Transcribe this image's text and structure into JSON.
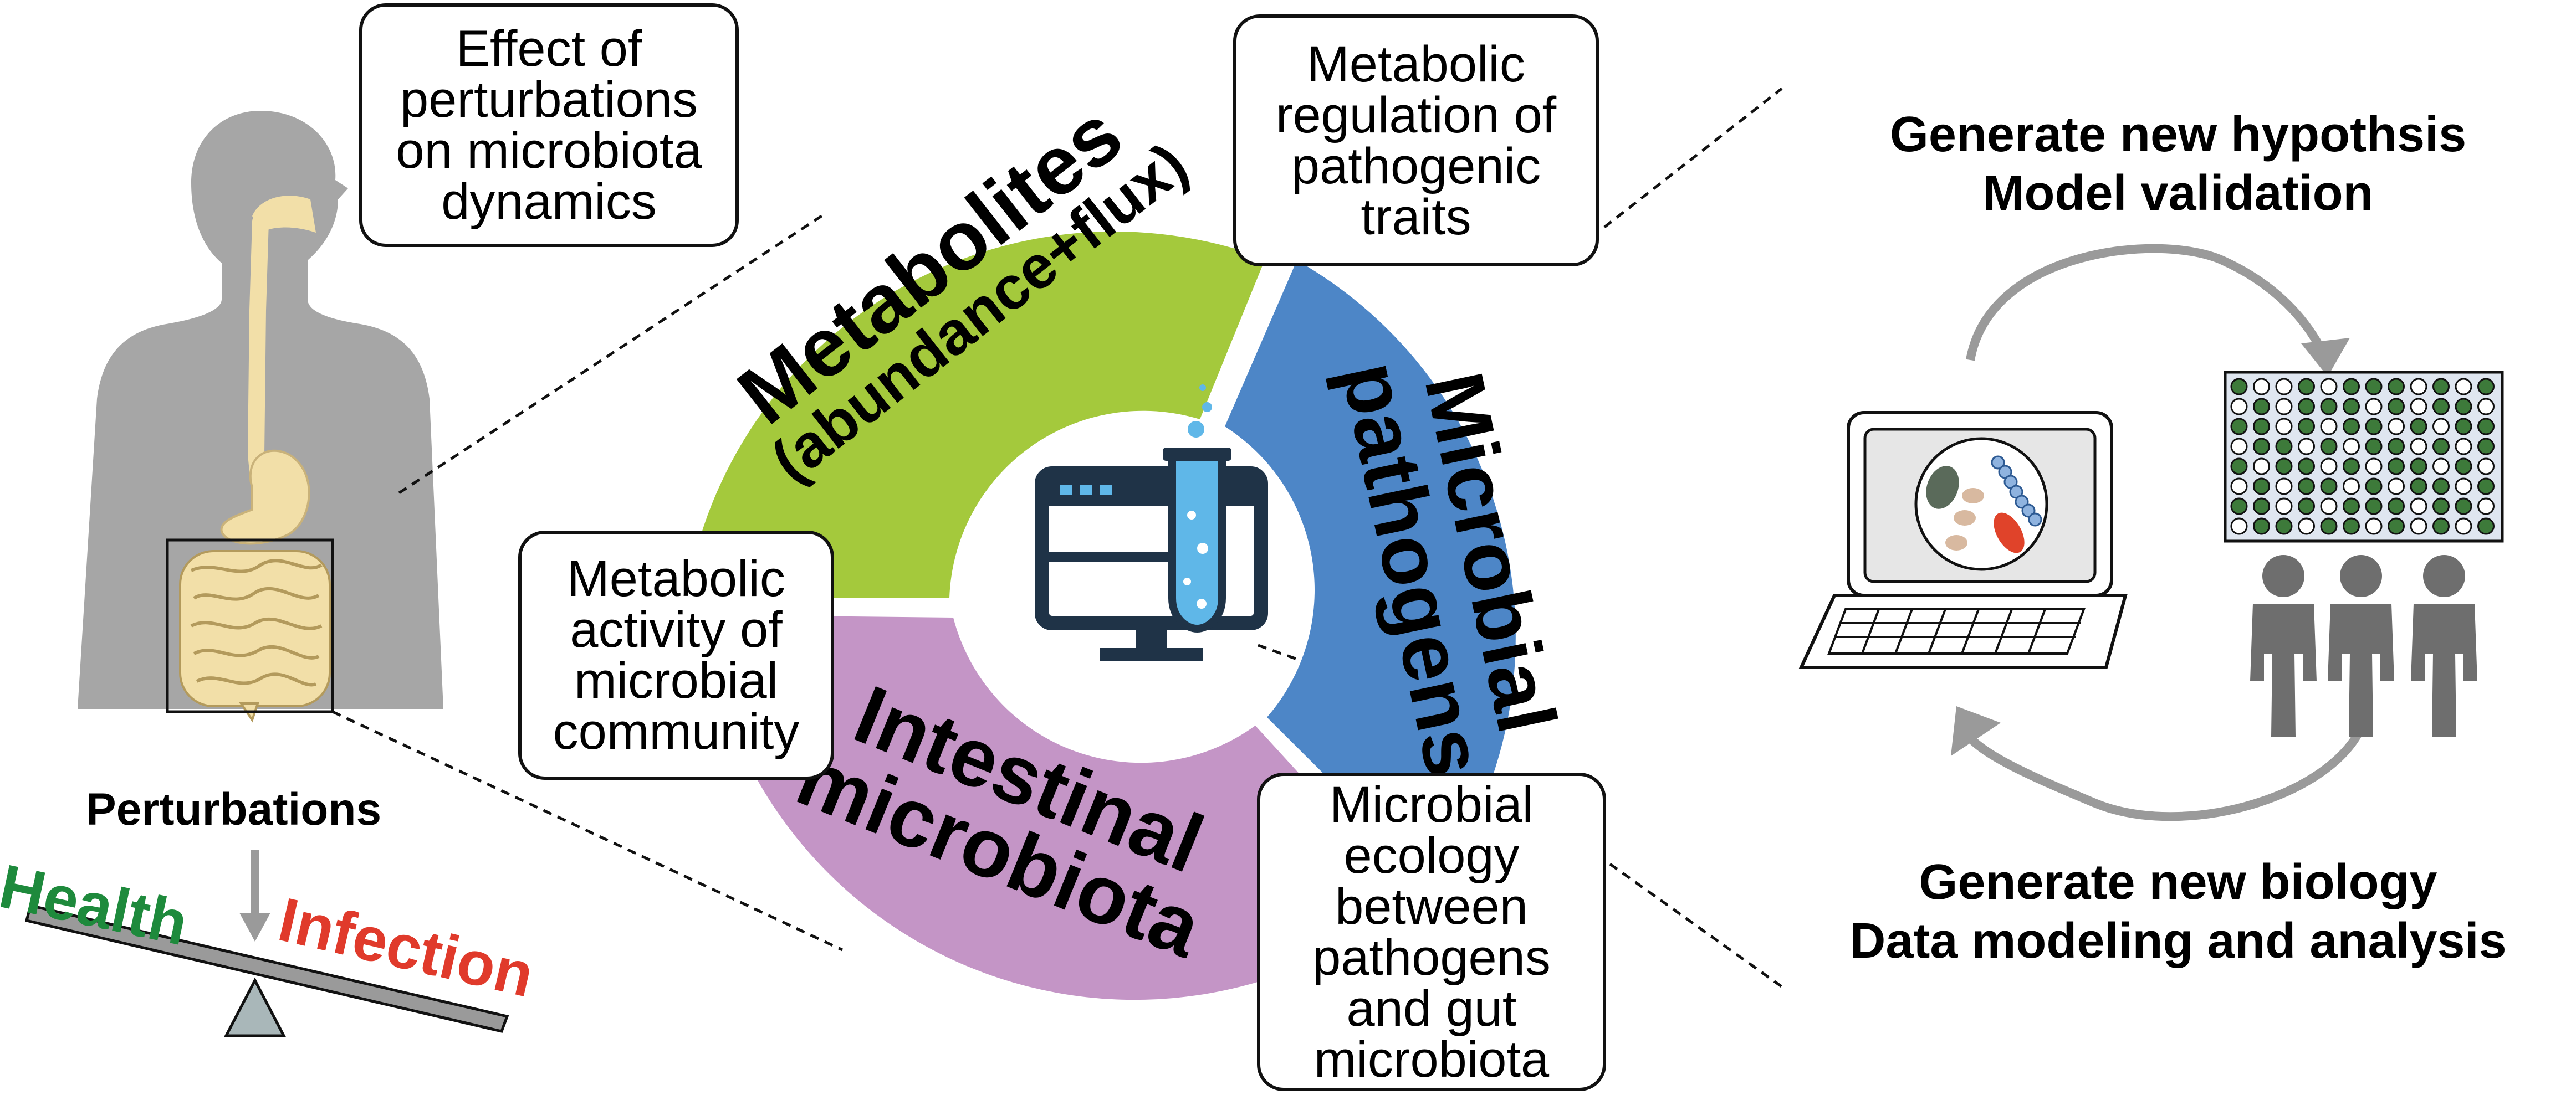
{
  "ring": {
    "metabolites": {
      "line1": "Metabolites",
      "line2": "(abundance+flux)",
      "color": "#a4c93c"
    },
    "pathogens": {
      "line1": "Microbial",
      "line2": "pathogens",
      "color": "#4d86c7"
    },
    "microbiota": {
      "line1": "Intestinal",
      "line2": "microbiota",
      "color": "#c495c6"
    }
  },
  "boxes": {
    "perturbation_effect": [
      "Effect of",
      "perturbations",
      "on microbiota",
      "dynamics"
    ],
    "metabolic_regulation": [
      "Metabolic",
      "regulation of",
      "pathogenic",
      "traits"
    ],
    "metabolic_activity": [
      "Metabolic",
      "activity of",
      "microbial",
      "community"
    ],
    "microbial_ecology": [
      "Microbial",
      "ecology",
      "between",
      "pathogens",
      "and gut",
      "microbiota"
    ]
  },
  "balance": {
    "perturbations": "Perturbations",
    "health": "Health",
    "infection": "Infection",
    "health_color": "#1e8a3c",
    "infection_color": "#e03a2b"
  },
  "panel": {
    "top_line1": "Generate new hypothsis",
    "top_line2": "Model validation",
    "bottom_line1": "Generate new biology",
    "bottom_line2": "Data modeling and analysis"
  },
  "colors": {
    "body_gray": "#a6a6a6",
    "gut_beige": "#f2dfa8",
    "monitor_navy": "#1f3347",
    "tube_blue": "#5fb7e8",
    "well_green": "#3d7a3a",
    "arrow_gray": "#9a9a9a"
  }
}
